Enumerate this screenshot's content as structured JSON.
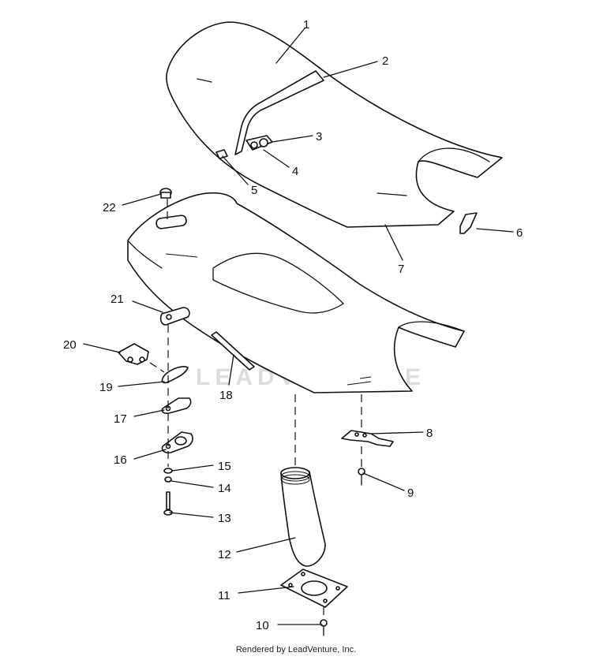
{
  "callouts": [
    "1",
    "2",
    "3",
    "4",
    "5",
    "6",
    "7",
    "8",
    "9",
    "10",
    "11",
    "12",
    "13",
    "14",
    "15",
    "16",
    "17",
    "18",
    "19",
    "20",
    "21",
    "22"
  ],
  "watermark": "LEADVENTURE",
  "footer": "Rendered by LeadVenture, Inc.",
  "colors": {
    "line": "#111111",
    "background": "#ffffff",
    "watermark": "#d9d9d9"
  }
}
